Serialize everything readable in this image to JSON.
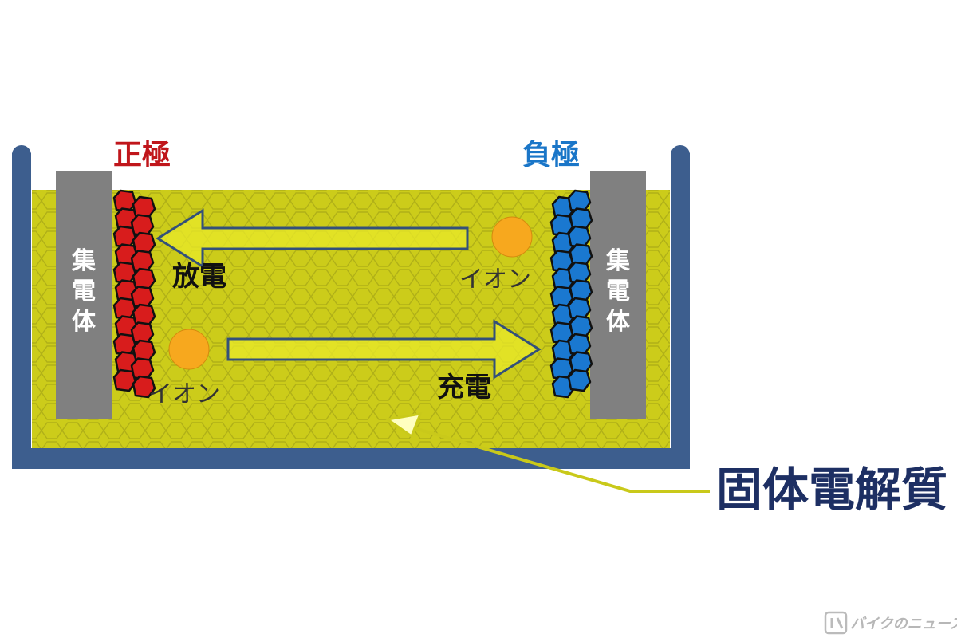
{
  "labels": {
    "positive_electrode": "正極",
    "negative_electrode": "負極",
    "collector_left": [
      "集",
      "電",
      "体"
    ],
    "collector_right": [
      "集",
      "電",
      "体"
    ],
    "discharge": "放電",
    "charge": "充電",
    "ion_right": "イオン",
    "ion_left": "イオン",
    "solid_electrolyte": "固体電解質",
    "watermark": "バイクのニュース"
  },
  "colors": {
    "container": "#3d5e8e",
    "electrolyte": "#cccc1a",
    "electrolyte_lines": "#a9a914",
    "collector": "#808080",
    "positive": "#d81c1c",
    "negative": "#1a78d0",
    "ion": "#f7a81e",
    "arrow_fill": "#e9e92a",
    "arrow_stroke": "#33507a",
    "pointer": "#c9c91a"
  },
  "icons": {
    "discharge_arrow": "left-arrow-icon",
    "charge_arrow": "right-arrow-icon",
    "pointer": "pointer-arrow-icon",
    "ion": "ion-circle-icon",
    "logo": "logo-icon"
  }
}
